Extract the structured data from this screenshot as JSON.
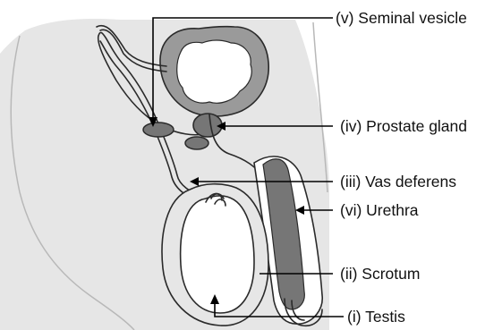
{
  "labels": {
    "seminal_vesicle": "(v) Seminal vesicle",
    "prostate_gland": "(iv) Prostate gland",
    "vas_deferens": "(iii) Vas deferens",
    "urethra": "(vi) Urethra",
    "scrotum": "(ii) Scrotum",
    "testis": "(i) Testis"
  },
  "colors": {
    "body_fill": "#e6e6e6",
    "organ_fill": "#c8c8c8",
    "dark_fill": "#767676",
    "bladder_wall": "#9a9a9a",
    "line": "#2a2a2a",
    "label_text": "#111111"
  }
}
